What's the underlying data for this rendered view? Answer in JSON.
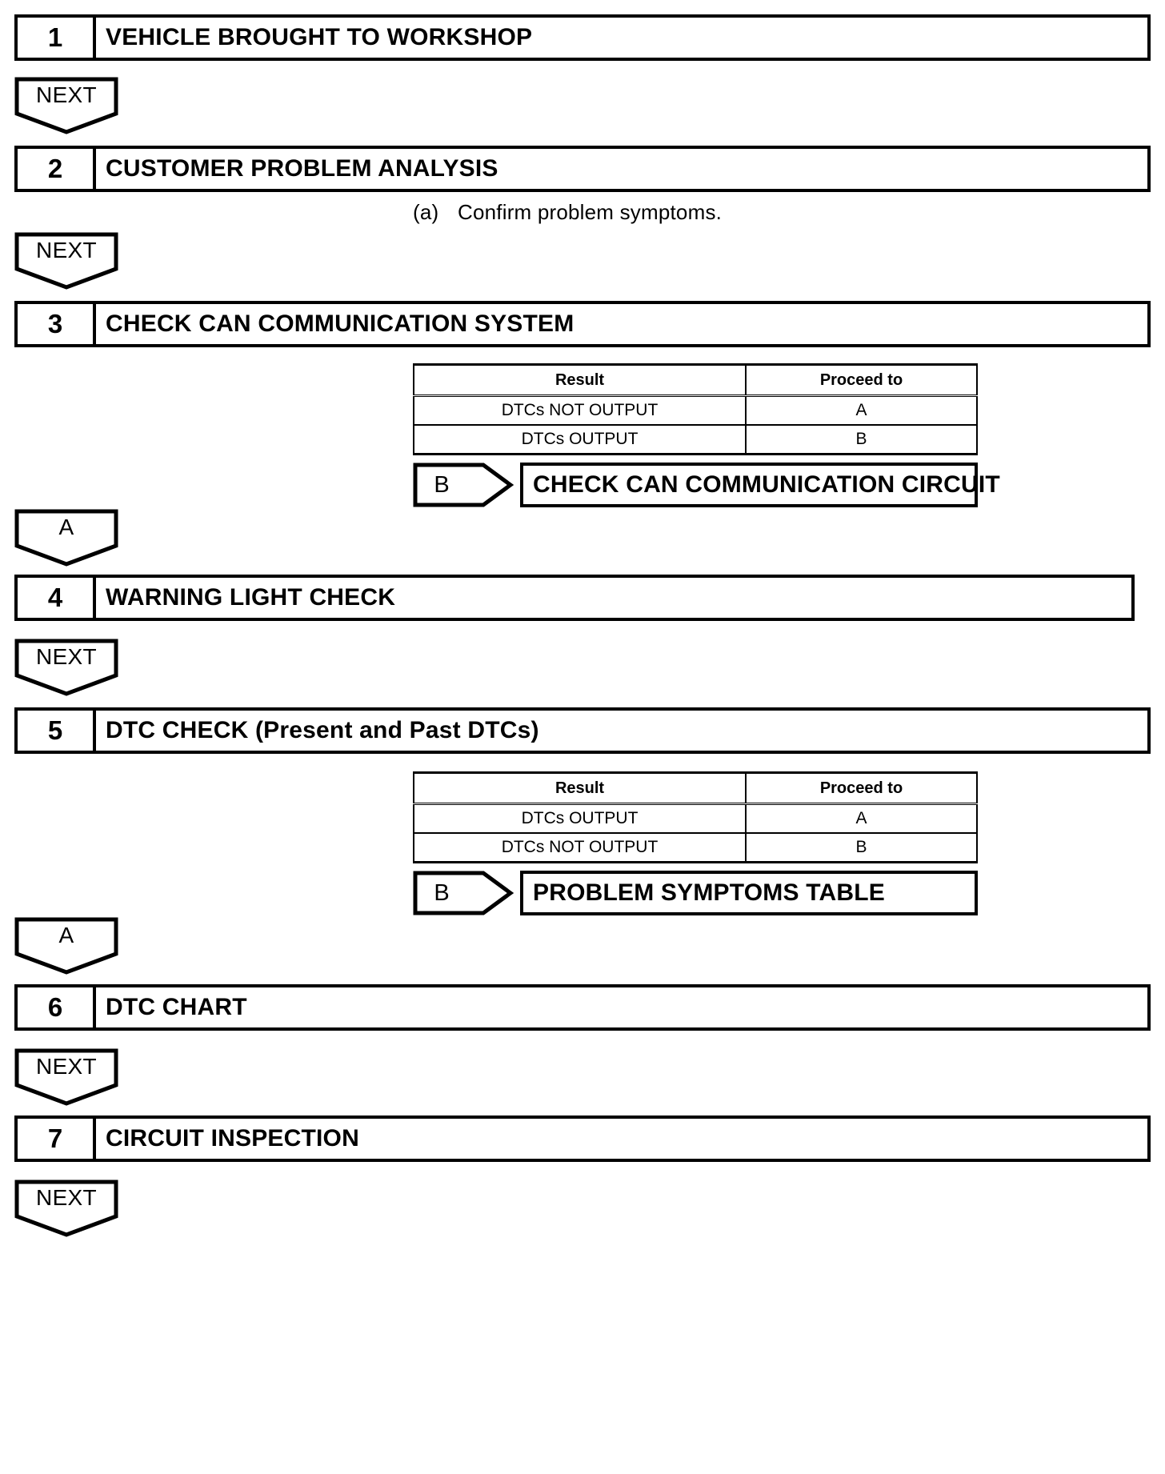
{
  "document": {
    "title": "Troubleshooting Flowchart",
    "type": "flowchart"
  },
  "connectors": {
    "next_label": "NEXT",
    "a_label": "A",
    "b_label": "B"
  },
  "steps": [
    {
      "number": "1",
      "title": "VEHICLE BROUGHT TO WORKSHOP"
    },
    {
      "number": "2",
      "title": "CUSTOMER PROBLEM ANALYSIS"
    },
    {
      "number": "3",
      "title": "CHECK CAN COMMUNICATION SYSTEM"
    },
    {
      "number": "4",
      "title": "WARNING LIGHT CHECK"
    },
    {
      "number": "5",
      "title": "DTC CHECK (Present and Past DTCs)"
    },
    {
      "number": "6",
      "title": "DTC CHART"
    },
    {
      "number": "7",
      "title": "CIRCUIT INSPECTION"
    }
  ],
  "notes": [
    {
      "marker": "(a)",
      "text": "Confirm problem symptoms."
    }
  ],
  "tables": [
    {
      "id": "step3-result-table",
      "headers": [
        "Result",
        "Proceed to"
      ],
      "rows": [
        [
          "DTCs NOT OUTPUT",
          "A"
        ],
        [
          "DTCs OUTPUT",
          "B"
        ]
      ]
    },
    {
      "id": "step5-result-table",
      "headers": [
        "Result",
        "Proceed to"
      ],
      "rows": [
        [
          "DTCs OUTPUT",
          "A"
        ],
        [
          "DTCs NOT OUTPUT",
          "B"
        ]
      ]
    }
  ],
  "branches": [
    {
      "tag": "B",
      "destination": "CHECK CAN COMMUNICATION CIRCUIT"
    },
    {
      "tag": "B",
      "destination": "PROBLEM SYMPTOMS TABLE"
    }
  ],
  "colors": {
    "stroke": "#000000",
    "background": "#ffffff"
  }
}
